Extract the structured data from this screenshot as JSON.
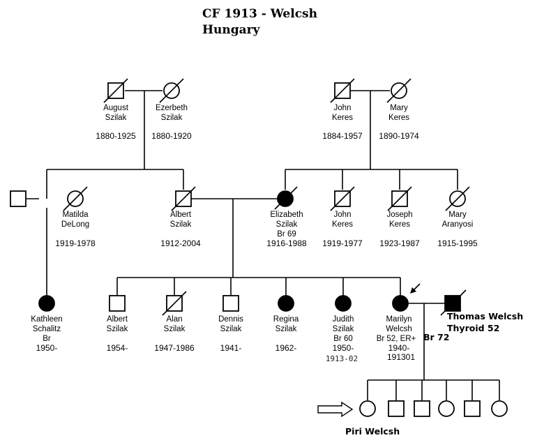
{
  "title": {
    "line1": "CF 1913 - Welcsh",
    "line2": "Hungary"
  },
  "people": {
    "august": {
      "name": [
        "August",
        "Szilak"
      ],
      "years": "1880-1925"
    },
    "ezerbeth": {
      "name": [
        "Ezerbeth",
        "Szilak"
      ],
      "years": "1880-1920"
    },
    "john_sr": {
      "name": [
        "John",
        "Keres"
      ],
      "years": "1884-1957"
    },
    "mary_sr": {
      "name": [
        "Mary",
        "Keres"
      ],
      "years": "1890-1974"
    },
    "matilda": {
      "name": [
        "Matilda",
        "DeLong"
      ],
      "years": "1919-1978"
    },
    "albert_sr": {
      "name": [
        "Albert",
        "Szilak"
      ],
      "years": "1912-2004"
    },
    "elizabeth": {
      "name": [
        "Elizabeth",
        "Szilak",
        "Br 69"
      ],
      "years": "1916-1988"
    },
    "john_jr": {
      "name": [
        "John",
        "Keres"
      ],
      "years": "1919-1977"
    },
    "joseph": {
      "name": [
        "Joseph",
        "Keres"
      ],
      "years": "1923-1987"
    },
    "mary_a": {
      "name": [
        "Mary",
        "Aranyosi"
      ],
      "years": "1915-1995"
    },
    "kathleen": {
      "name": [
        "Kathleen",
        "Schalitz",
        "Br"
      ],
      "years": "1950-"
    },
    "albert_jr": {
      "name": [
        "Albert",
        "Szilak"
      ],
      "years": "1954-"
    },
    "alan": {
      "name": [
        "Alan",
        "Szilak"
      ],
      "years": "1947-1986"
    },
    "dennis": {
      "name": [
        "Dennis",
        "Szilak"
      ],
      "years": "1941-"
    },
    "regina": {
      "name": [
        "Regina",
        "Szilak"
      ],
      "years": "1962-"
    },
    "judith": {
      "name": [
        "Judith",
        "Szilak",
        "Br 60"
      ],
      "years": "1950-",
      "handwritten": "1913-02"
    },
    "marilyn": {
      "name": [
        "Marilyn",
        "Welcsh",
        "Br 52, ER+"
      ],
      "years": "1940-",
      "extra": "191301",
      "extra_bold": "Br 72"
    },
    "thomas": {
      "name": [
        "Thomas Welcsh",
        "Thyroid 52"
      ]
    }
  },
  "proband_label": "Piri Welcsh"
}
